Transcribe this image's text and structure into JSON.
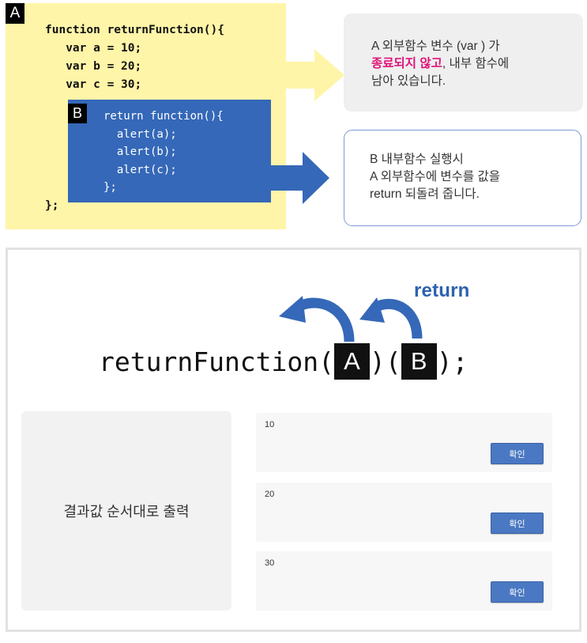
{
  "block_a": {
    "label": "A",
    "code_top": "function returnFunction(){\n   var a = 10;\n   var b = 20;\n   var c = 30;",
    "code_bottom": "};"
  },
  "block_b": {
    "label": "B",
    "code": "return function(){\n  alert(a);\n  alert(b);\n  alert(c);\n};"
  },
  "info1": {
    "line1": "A 외부함수 변수 (var ) 가",
    "line2_accent": "종료되지 않고",
    "line2_rest": ", 내부 함수에",
    "line3": "남아 있습니다."
  },
  "info2": {
    "line1": "B 내부함수 실행시",
    "line2": "A 외부함수에 변수를 값을",
    "line3": "return 되돌려 줍니다."
  },
  "diagram": {
    "return_label": "return",
    "func_name": "returnFunction(",
    "box_a": "A",
    "mid": ")(",
    "box_b": "B",
    "end": ");"
  },
  "result": {
    "left_label": "결과값 순서대로 출력",
    "rows": [
      {
        "value": "10",
        "button": "확인"
      },
      {
        "value": "20",
        "button": "확인"
      },
      {
        "value": "30",
        "button": "확인"
      }
    ]
  },
  "colors": {
    "yellow": "#fff5a8",
    "blue": "#3568b8",
    "accent": "#e0157a",
    "button": "#4a78c2"
  }
}
